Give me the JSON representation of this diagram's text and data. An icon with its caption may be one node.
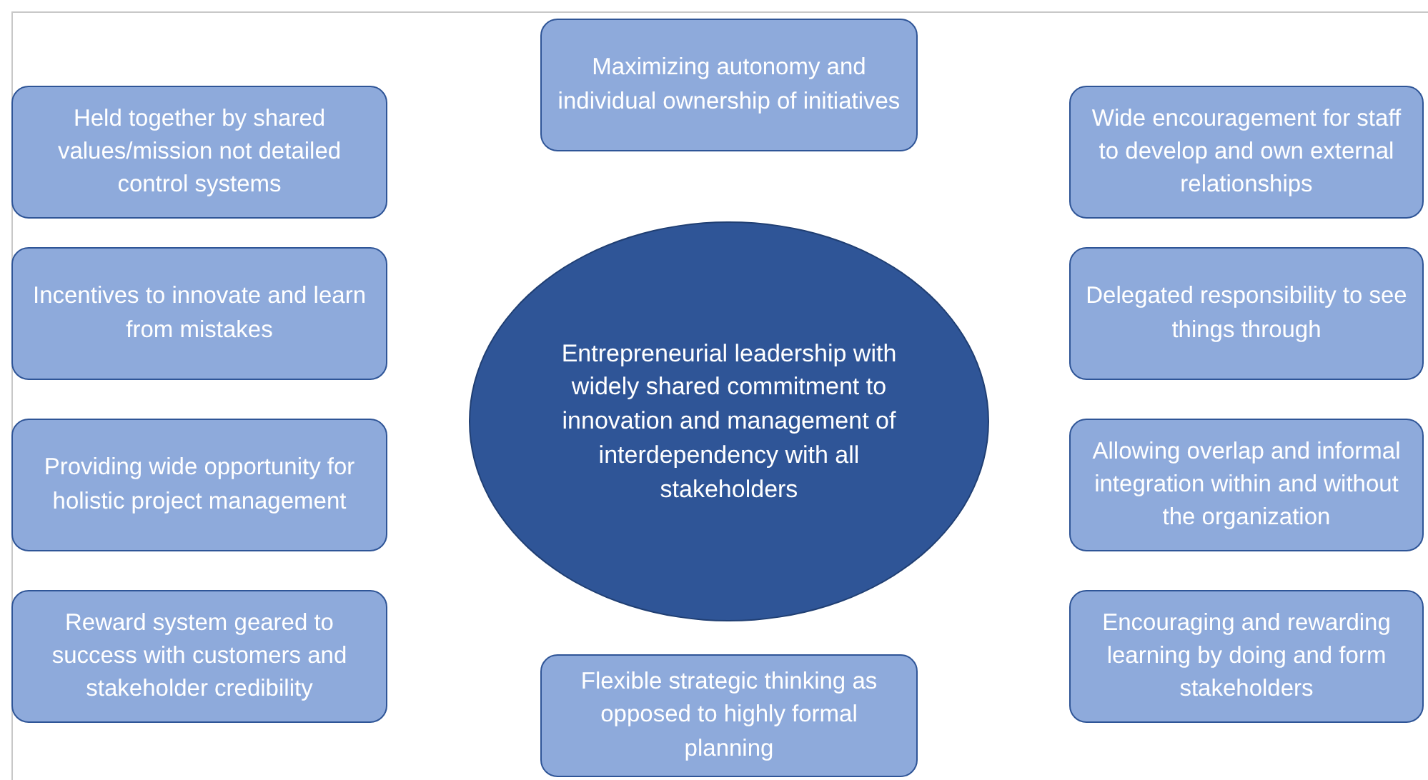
{
  "diagram": {
    "nodes": [
      {
        "text": [
          "Maximizing autonomy and individual ownership of initiatives"
        ]
      },
      {
        "text": [
          "Held together by shared values/mission not detailed control systems"
        ]
      },
      {
        "text": [
          "Wide encouragement for staff to develop and own external relationships"
        ]
      },
      {
        "text": [
          "Incentives to innovate and learn from mistakes"
        ]
      },
      {
        "text": [
          "Entrepreneurial leadership with widely shared commitment to innovation and management of interdependency with all stakeholders"
        ]
      },
      {
        "text": [
          "Delegated responsibility to see things through"
        ]
      },
      {
        "text": [
          "Providing wide opportunity for holistic project management"
        ]
      },
      {
        "text": [
          "Allowing overlap and informal integration within and without the organization"
        ]
      },
      {
        "text": [
          "Reward system geared to success with customers and stakeholder credibility"
        ]
      },
      {
        "text": [
          "Encouraging and rewarding learning by doing and form stakeholders"
        ]
      },
      {
        "text": [
          "Flexible strategic thinking as opposed to highly formal planning"
        ]
      }
    ]
  }
}
